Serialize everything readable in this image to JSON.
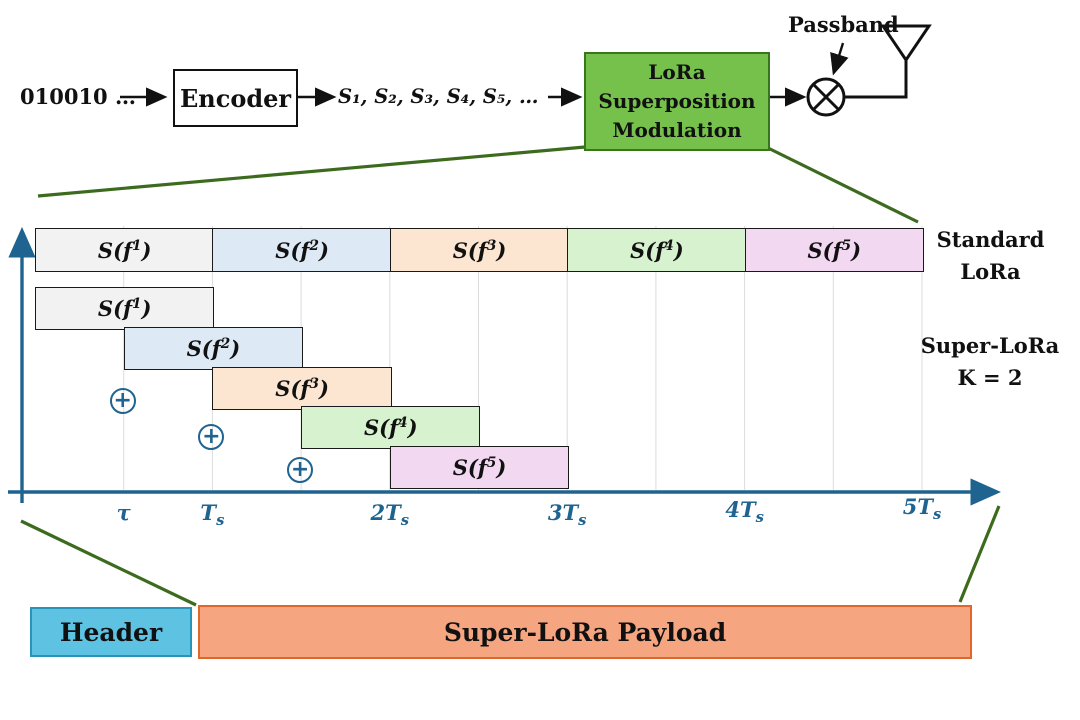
{
  "pipeline": {
    "bits": "010010 …",
    "encoder": "Encoder",
    "symbols": "S₁, S₂, S₃, S₄, S₅, …",
    "modulator": "LoRa\nSuperposition\nModulation",
    "passband": "Passband"
  },
  "timing": {
    "standard_label": "Standard\nLoRa",
    "super_label": "Super-LoRa\nK = 2",
    "blocks": [
      {
        "pre": "S(f",
        "sup": "1",
        "post": ")",
        "color": "#f2f2f2"
      },
      {
        "pre": "S(f",
        "sup": "2",
        "post": ")",
        "color": "#dde9f5"
      },
      {
        "pre": "S(f",
        "sup": "3",
        "post": ")",
        "color": "#fce5d1"
      },
      {
        "pre": "S(f",
        "sup": "4",
        "post": ")",
        "color": "#d7f2cf"
      },
      {
        "pre": "S(f",
        "sup": "5",
        "post": ")",
        "color": "#f2d8f1"
      }
    ],
    "ticks": [
      {
        "label": "τ",
        "sub": ""
      },
      {
        "label": "T",
        "sub": "s"
      },
      {
        "label": "2T",
        "sub": "s"
      },
      {
        "label": "3T",
        "sub": "s"
      },
      {
        "label": "4T",
        "sub": "s"
      },
      {
        "label": "5T",
        "sub": "s"
      }
    ],
    "plus_operator": "+"
  },
  "frame": {
    "header": "Header",
    "payload": "Super-LoRa Payload"
  },
  "colors": {
    "modulator_fill": "#76c14c",
    "modulator_border": "#38761d",
    "connector_green": "#3c6b1e",
    "axis_blue": "#1f6391",
    "grid_gray": "#dcdcdc",
    "header_fill": "#5ec2e2",
    "header_border": "#2a93b8",
    "payload_fill": "#f5a57f",
    "payload_border": "#e0662b",
    "block_border": "#1a1a1a"
  }
}
